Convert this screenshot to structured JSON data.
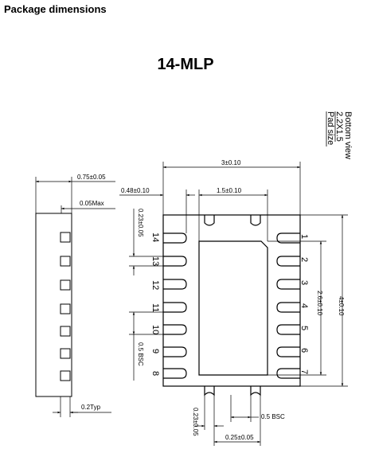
{
  "header": {
    "section_title": "Package dimensions",
    "package_name": "14-MLP"
  },
  "pad_note": {
    "line1": "Pad size",
    "line2": "2.2X1.5",
    "line3": "Bottom view"
  },
  "pins": {
    "right": [
      "1",
      "2",
      "3",
      "4",
      "5",
      "6",
      "7"
    ],
    "left": [
      "14",
      "13",
      "12",
      "11",
      "10",
      "9",
      "8"
    ]
  },
  "dimensions": {
    "side_height": "0.75±0.05",
    "side_standoff": "0.05Max",
    "side_lead": "0.2Typ",
    "body_width": "3±0.10",
    "lead_length": "0.48±0.10",
    "pad_width": "1.5±0.10",
    "left_lead_width": "0.23±0.05",
    "left_pitch": "0.5 BSC",
    "body_height": "4±0.10",
    "pad_height": "2.6±0.10",
    "bottom_lead_width": "0.23±0.05",
    "bottom_pitch": "0.5 BSC",
    "bottom_tab_width": "0.25±0.05"
  },
  "colors": {
    "ink": "#000000",
    "background": "#ffffff"
  }
}
